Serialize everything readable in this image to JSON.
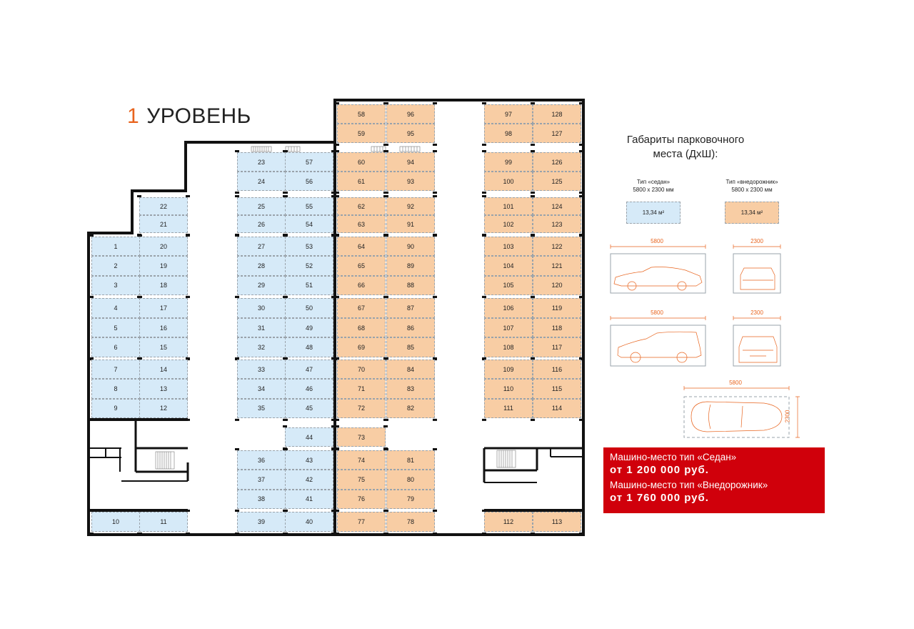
{
  "header": {
    "level_number": "1",
    "level_label": "УРОВЕНЬ"
  },
  "colors": {
    "sedan": "#d6eaf8",
    "suv": "#f8cda4",
    "accent": "#e8641e",
    "price_bg": "#d0000b"
  },
  "plan": {
    "blocks": [
      {
        "type": "sedan",
        "spots": [
          [
            22
          ],
          [
            21
          ]
        ]
      },
      {
        "type": "sedan",
        "spots": [
          [
            1,
            20
          ],
          [
            2,
            19
          ],
          [
            3,
            18
          ]
        ]
      },
      {
        "type": "sedan",
        "spots": [
          [
            4,
            17
          ],
          [
            5,
            16
          ],
          [
            6,
            15
          ]
        ]
      },
      {
        "type": "sedan",
        "spots": [
          [
            7,
            14
          ],
          [
            8,
            13
          ],
          [
            9,
            12
          ]
        ]
      },
      {
        "type": "sedan",
        "spots": [
          [
            10,
            11
          ]
        ]
      },
      {
        "type": "sedan",
        "spots": [
          [
            23,
            57
          ],
          [
            24,
            56
          ]
        ]
      },
      {
        "type": "sedan",
        "spots": [
          [
            25,
            55
          ],
          [
            26,
            54
          ]
        ]
      },
      {
        "type": "sedan",
        "spots": [
          [
            27,
            53
          ],
          [
            28,
            52
          ],
          [
            29,
            51
          ]
        ]
      },
      {
        "type": "sedan",
        "spots": [
          [
            30,
            50
          ],
          [
            31,
            49
          ],
          [
            32,
            48
          ]
        ]
      },
      {
        "type": "sedan",
        "spots": [
          [
            33,
            47
          ],
          [
            34,
            46
          ],
          [
            35,
            45
          ]
        ]
      },
      {
        "type": "sedan",
        "spots": [
          [
            44
          ]
        ]
      },
      {
        "type": "sedan",
        "spots": [
          [
            36,
            43
          ],
          [
            37,
            42
          ],
          [
            38,
            41
          ]
        ]
      },
      {
        "type": "sedan",
        "spots": [
          [
            39,
            40
          ]
        ]
      },
      {
        "type": "suv",
        "spots": [
          [
            58,
            96
          ],
          [
            59,
            95
          ]
        ]
      },
      {
        "type": "suv",
        "spots": [
          [
            60,
            94
          ],
          [
            61,
            93
          ]
        ]
      },
      {
        "type": "suv",
        "spots": [
          [
            62,
            92
          ],
          [
            63,
            91
          ]
        ]
      },
      {
        "type": "suv",
        "spots": [
          [
            64,
            90
          ],
          [
            65,
            89
          ],
          [
            66,
            88
          ]
        ]
      },
      {
        "type": "suv",
        "spots": [
          [
            67,
            87
          ],
          [
            68,
            86
          ],
          [
            69,
            85
          ]
        ]
      },
      {
        "type": "suv",
        "spots": [
          [
            70,
            84
          ],
          [
            71,
            83
          ],
          [
            72,
            82
          ]
        ]
      },
      {
        "type": "suv",
        "spots": [
          [
            73
          ]
        ]
      },
      {
        "type": "suv",
        "spots": [
          [
            74,
            81
          ],
          [
            75,
            80
          ],
          [
            76,
            79
          ]
        ]
      },
      {
        "type": "suv",
        "spots": [
          [
            77,
            78
          ]
        ]
      },
      {
        "type": "suv",
        "spots": [
          [
            97,
            128
          ],
          [
            98,
            127
          ]
        ]
      },
      {
        "type": "suv",
        "spots": [
          [
            99,
            126
          ],
          [
            100,
            125
          ]
        ]
      },
      {
        "type": "suv",
        "spots": [
          [
            101,
            124
          ],
          [
            102,
            123
          ]
        ]
      },
      {
        "type": "suv",
        "spots": [
          [
            103,
            122
          ],
          [
            104,
            121
          ],
          [
            105,
            120
          ]
        ]
      },
      {
        "type": "suv",
        "spots": [
          [
            106,
            119
          ],
          [
            107,
            118
          ],
          [
            108,
            117
          ]
        ]
      },
      {
        "type": "suv",
        "spots": [
          [
            109,
            116
          ],
          [
            110,
            115
          ],
          [
            111,
            114
          ]
        ]
      },
      {
        "type": "suv",
        "spots": [
          [
            112,
            113
          ]
        ]
      }
    ]
  },
  "legend": {
    "title_line1": "Габариты парковочного",
    "title_line2": "места (ДхШ):",
    "sedan": {
      "type_label": "Тип «седан»",
      "size": "5800 х 2300 мм",
      "area": "13,34 м²"
    },
    "suv": {
      "type_label": "Тип «внедорожник»",
      "size": "5800 х 2300 мм",
      "area": "13,34 м²"
    },
    "dims": {
      "length": "5800",
      "width": "2300"
    }
  },
  "prices": {
    "sedan_label": "Машино-место тип «Седан»",
    "sedan_price": "от 1 200 000 руб.",
    "suv_label": "Машино-место тип «Внедорожник»",
    "suv_price": "от 1 760 000 руб."
  }
}
